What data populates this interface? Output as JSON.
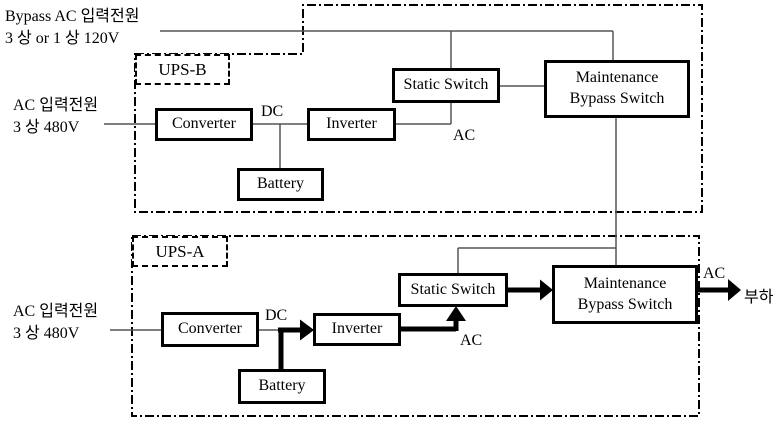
{
  "diagram_title": "Dual UPS redundant power system block diagram",
  "labels": {
    "bypass_source_line1": "Bypass AC 입력전원",
    "bypass_source_line2": "3 상 or 1 상  120V",
    "output_ac": "AC",
    "load": "부하"
  },
  "ups_b": {
    "title": "UPS-B",
    "input_line1": "AC 입력전원",
    "input_line2": "3 상  480V",
    "converter": "Converter",
    "dc": "DC",
    "inverter": "Inverter",
    "battery": "Battery",
    "static_switch": "Static Switch",
    "ac": "AC",
    "mbs_line1": "Maintenance",
    "mbs_line2": "Bypass Switch"
  },
  "ups_a": {
    "title": "UPS-A",
    "input_line1": "AC 입력전원",
    "input_line2": "3 상  480V",
    "converter": "Converter",
    "dc": "DC",
    "inverter": "Inverter",
    "battery": "Battery",
    "static_switch": "Static Switch",
    "ac": "AC",
    "mbs_line1": "Maintenance",
    "mbs_line2": "Bypass Switch"
  },
  "colors": {
    "background": "#ffffff",
    "box_border": "#000000",
    "enclosure_dash": "#000000",
    "thin_wire": "#555555",
    "thick_wire": "#000000",
    "text": "#000000"
  }
}
